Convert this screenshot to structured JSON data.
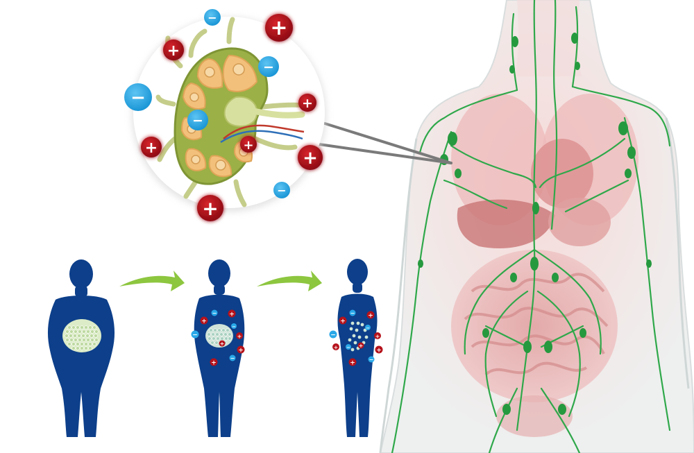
{
  "colors": {
    "background": "#ffffff",
    "lymph_green": "#2fa84a",
    "node_outer": "#9bb046",
    "node_inner": "#f2c07a",
    "node_core": "#d8e0a0",
    "silhouette_blue": "#0d3f8a",
    "arrow_green": "#8dc63f",
    "positive_charge": "#b5121b",
    "negative_charge": "#29a8e8",
    "torso_skin": "#f3d6d3",
    "organ_pink": "#d98a8a",
    "connector_gray": "#7a7a7a"
  },
  "icons": {
    "positive": "plus-charge-icon",
    "negative": "minus-charge-icon",
    "arrow": "curved-arrow-icon",
    "lymph_node": "lymph-node-illustration",
    "silhouette": "female-silhouette-icon"
  },
  "charges": {
    "positive_symbol": "+",
    "negative_symbol": "−"
  },
  "stages": [
    {
      "id": "stage-1",
      "fat_level": "high"
    },
    {
      "id": "stage-2",
      "fat_level": "medium"
    },
    {
      "id": "stage-3",
      "fat_level": "low"
    }
  ]
}
